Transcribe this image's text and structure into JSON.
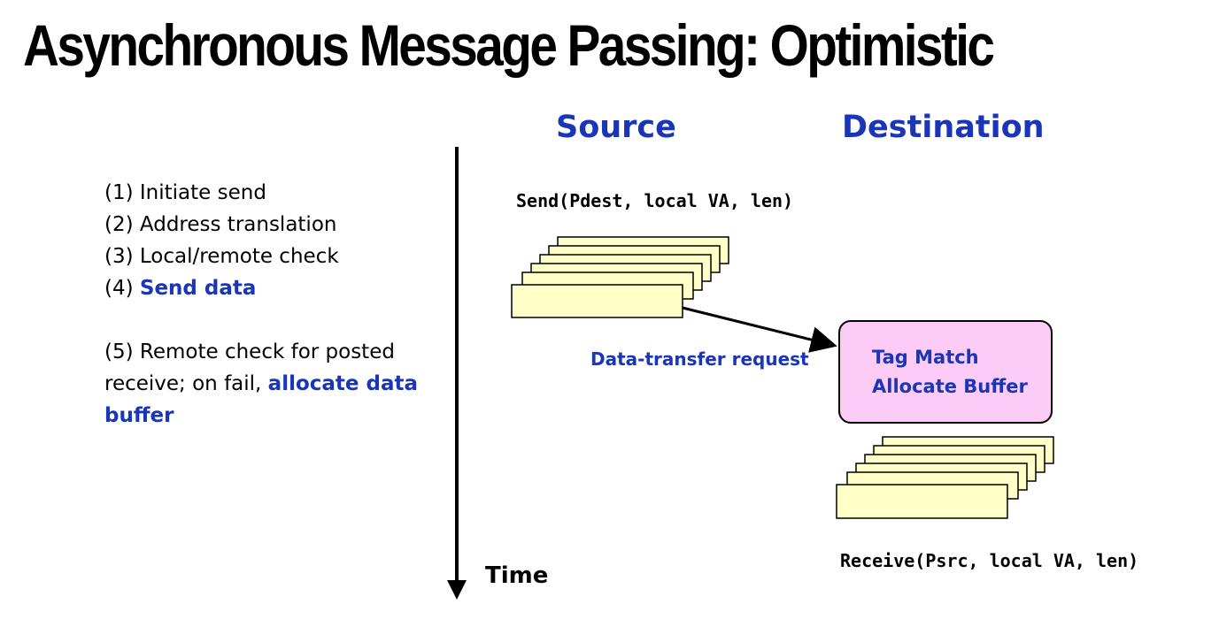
{
  "title": "Asynchronous Message Passing: Optimistic",
  "steps": {
    "s1": "(1) Initiate send",
    "s2": "(2) Address translation",
    "s3": "(3) Local/remote check",
    "s4_prefix": "(4) ",
    "s4_highlight": "Send data",
    "s5_line1": "(5) Remote check for posted",
    "s5_line2_prefix": "receive; on fail, ",
    "s5_line2_highlight": "allocate data",
    "s5_line3_highlight": "buffer"
  },
  "columns": {
    "source": "Source",
    "destination": "Destination"
  },
  "source_call": "Send(Pdest, local VA, len)",
  "transfer_label": "Data-transfer request",
  "tag_box": {
    "line1": "Tag Match",
    "line2": "Allocate Buffer"
  },
  "dest_call": "Receive(Psrc, local VA, len)",
  "time_label": "Time",
  "colors": {
    "accent_blue": "#1a35b8",
    "buffer_fill": "#ffffc8",
    "tag_box_fill": "#fcccf6"
  }
}
